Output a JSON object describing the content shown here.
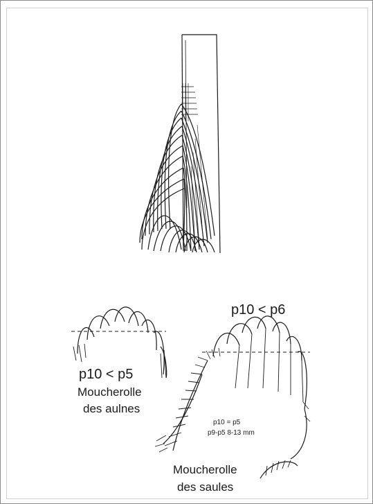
{
  "labels": {
    "alder_ratio": "p10 < p5",
    "alder_name_line1": "Moucherolle",
    "alder_name_line2": "des aulnes",
    "willow_ratio": "p10 < p6",
    "willow_formula_line1": "p10 = p5",
    "willow_formula_line2": "p9-p5 8-13 mm",
    "willow_name_line1": "Moucherolle",
    "willow_name_line2": "des saules"
  },
  "colors": {
    "ink": "#1a1a1a",
    "frame": "#8a8a8a",
    "background": "#ffffff"
  }
}
